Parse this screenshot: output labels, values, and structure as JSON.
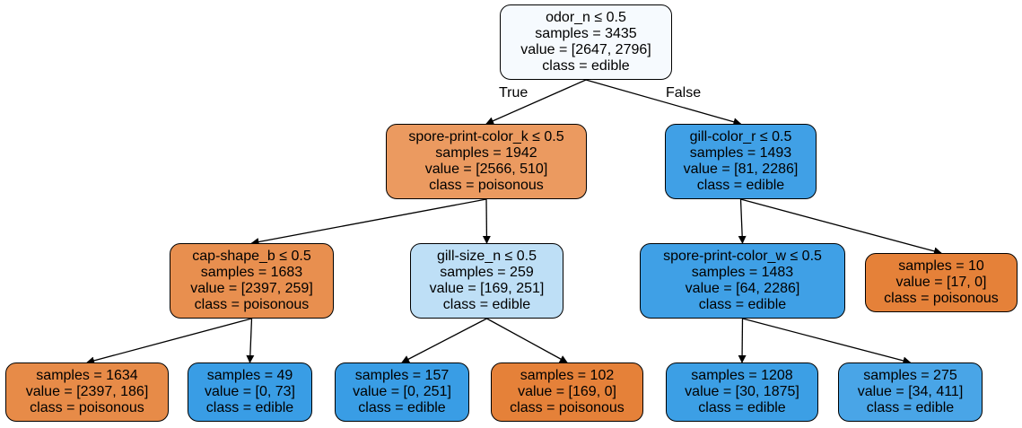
{
  "tree": {
    "nodes": [
      {
        "id": "n0",
        "split": "odor_n ≤ 0.5",
        "samples": "samples = 3435",
        "value": "value = [2647, 2796]",
        "class": "class = edible",
        "color": "#f6fafe"
      },
      {
        "id": "n1",
        "split": "spore-print-color_k ≤ 0.5",
        "samples": "samples = 1942",
        "value": "value = [2566, 510]",
        "class": "class = poisonous",
        "color": "#eb9a60"
      },
      {
        "id": "n2",
        "split": "gill-color_r ≤ 0.5",
        "samples": "samples = 1493",
        "value": "value = [81, 2286]",
        "class": "class = edible",
        "color": "#40a0e6"
      },
      {
        "id": "n3",
        "split": "cap-shape_b ≤ 0.5",
        "samples": "samples = 1683",
        "value": "value = [2397, 259]",
        "class": "class = poisonous",
        "color": "#e88f4f"
      },
      {
        "id": "n4",
        "split": "gill-size_n ≤ 0.5",
        "samples": "samples = 259",
        "value": "value = [169, 251]",
        "class": "class = edible",
        "color": "#bedff6"
      },
      {
        "id": "n5",
        "split": "spore-print-color_w ≤ 0.5",
        "samples": "samples = 1483",
        "value": "value = [64, 2286]",
        "class": "class = edible",
        "color": "#3fa0e6"
      },
      {
        "id": "n6",
        "split": "",
        "samples": "samples = 10",
        "value": "value = [17, 0]",
        "class": "class = poisonous",
        "color": "#e58139"
      },
      {
        "id": "n7",
        "split": "",
        "samples": "samples = 1634",
        "value": "value = [2397, 186]",
        "class": "class = poisonous",
        "color": "#e78b48"
      },
      {
        "id": "n8",
        "split": "",
        "samples": "samples = 49",
        "value": "value = [0, 73]",
        "class": "class = edible",
        "color": "#399de5"
      },
      {
        "id": "n9",
        "split": "",
        "samples": "samples = 157",
        "value": "value = [0, 251]",
        "class": "class = edible",
        "color": "#399de5"
      },
      {
        "id": "n10",
        "split": "",
        "samples": "samples = 102",
        "value": "value = [169, 0]",
        "class": "class = poisonous",
        "color": "#e58139"
      },
      {
        "id": "n11",
        "split": "",
        "samples": "samples = 1208",
        "value": "value = [30, 1875]",
        "class": "class = edible",
        "color": "#3c9fe5"
      },
      {
        "id": "n12",
        "split": "",
        "samples": "samples = 275",
        "value": "value = [34, 411]",
        "class": "class = edible",
        "color": "#49a5e7"
      }
    ],
    "edges": [
      {
        "from": "n0",
        "to": "n1",
        "label": "True"
      },
      {
        "from": "n0",
        "to": "n2",
        "label": "False"
      },
      {
        "from": "n1",
        "to": "n3",
        "label": ""
      },
      {
        "from": "n1",
        "to": "n4",
        "label": ""
      },
      {
        "from": "n2",
        "to": "n5",
        "label": ""
      },
      {
        "from": "n2",
        "to": "n6",
        "label": ""
      },
      {
        "from": "n3",
        "to": "n7",
        "label": ""
      },
      {
        "from": "n3",
        "to": "n8",
        "label": ""
      },
      {
        "from": "n4",
        "to": "n9",
        "label": ""
      },
      {
        "from": "n4",
        "to": "n10",
        "label": ""
      },
      {
        "from": "n5",
        "to": "n11",
        "label": ""
      },
      {
        "from": "n5",
        "to": "n12",
        "label": ""
      }
    ]
  }
}
